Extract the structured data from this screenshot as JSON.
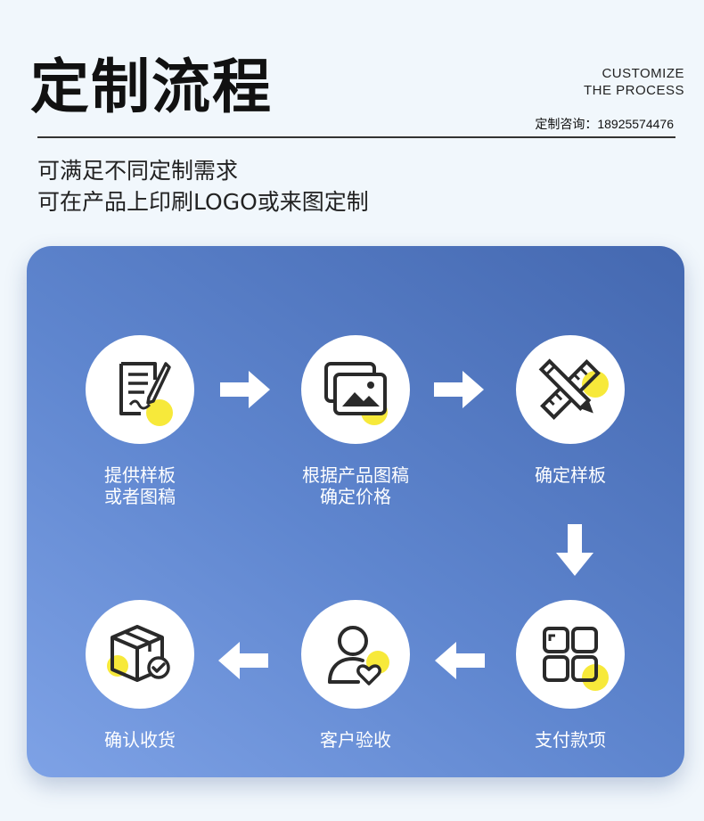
{
  "header": {
    "title": "定制流程",
    "en_line1": "CUSTOMIZE",
    "en_line2": "THE PROCESS",
    "contact": "定制咨询：18925574476"
  },
  "description": {
    "line1": "可满足不同定制需求",
    "line2": "可在产品上印刷LOGO或来图定制"
  },
  "steps": [
    {
      "icon": "document-pen-icon",
      "line1": "提供样板",
      "line2": "或者图稿"
    },
    {
      "icon": "images-icon",
      "line1": "根据产品图稿",
      "line2": "确定价格"
    },
    {
      "icon": "pencil-ruler-icon",
      "line1": "确定样板",
      "line2": ""
    },
    {
      "icon": "grid-apps-icon",
      "line1": "支付款项",
      "line2": ""
    },
    {
      "icon": "user-heart-icon",
      "line1": "客户验收",
      "line2": ""
    },
    {
      "icon": "package-check-icon",
      "line1": "确认收货",
      "line2": ""
    }
  ],
  "colors": {
    "accent_dot": "#f7e93a",
    "panel_start": "#7ea2e6",
    "panel_end": "#4468b0",
    "icon_stroke": "#2a2a2a"
  }
}
